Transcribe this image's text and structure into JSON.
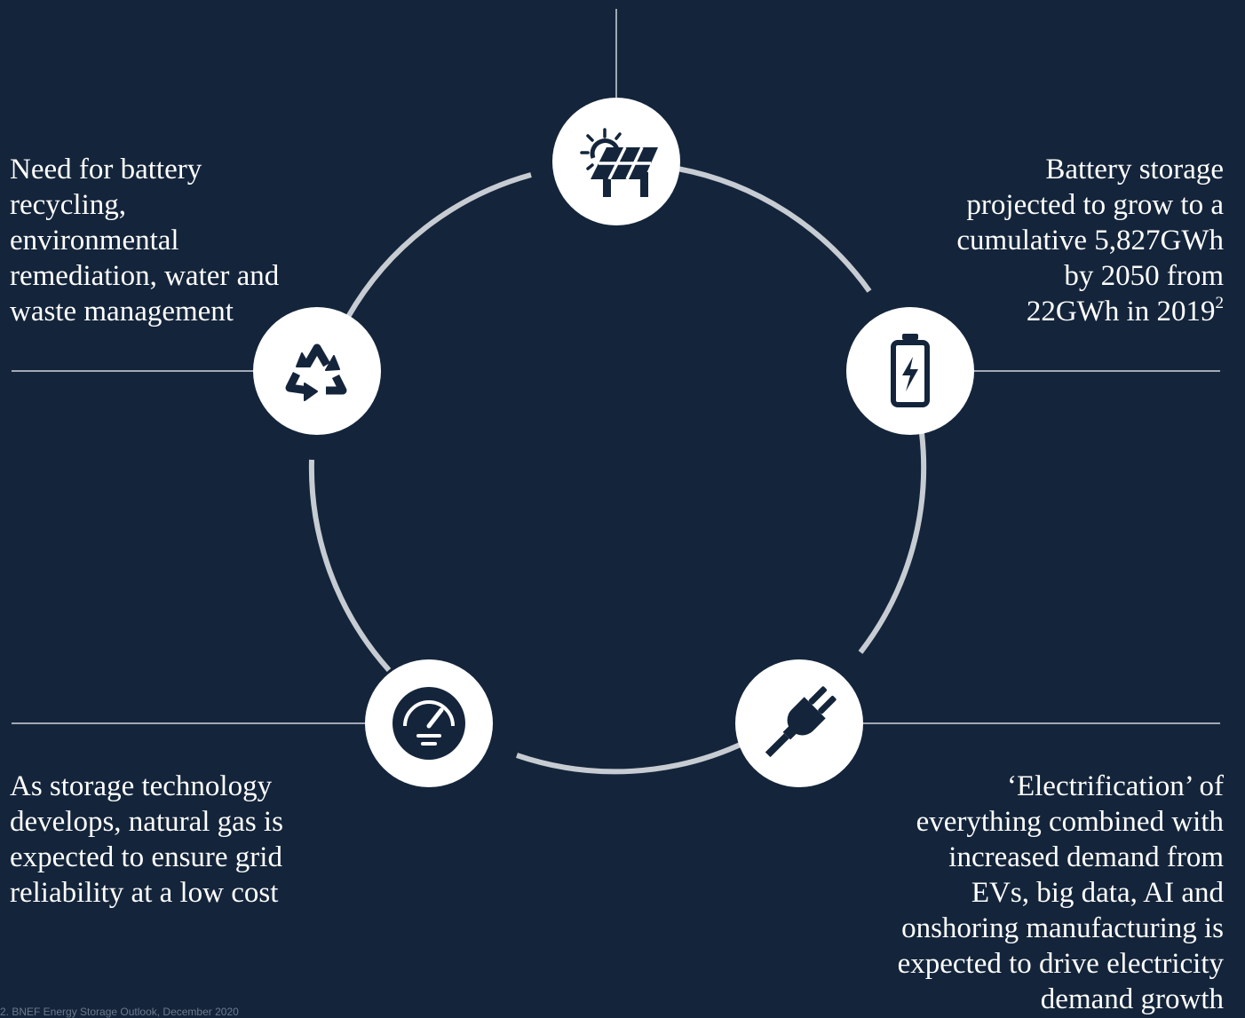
{
  "colors": {
    "background": "#14253b",
    "ring": "#c7ccd3",
    "connector": "#d0d5dc",
    "node_fill": "#ffffff",
    "icon": "#14253b",
    "text": "#ffffff"
  },
  "nodes": [
    {
      "id": "solar",
      "icon": "solar-panel-icon"
    },
    {
      "id": "battery",
      "icon": "battery-icon"
    },
    {
      "id": "electrification",
      "icon": "plug-icon"
    },
    {
      "id": "gas",
      "icon": "gauge-icon"
    },
    {
      "id": "recycling",
      "icon": "recycle-icon"
    }
  ],
  "notes": {
    "recycling": {
      "lines": [
        "Need for battery",
        "recycling,",
        "environmental",
        "remediation, water and",
        "waste management"
      ]
    },
    "storage": {
      "lines": [
        "Battery storage",
        "projected to grow to a",
        "cumulative 5,827GWh",
        "by 2050 from",
        "22GWh in 2019"
      ],
      "footnote_marker": "2"
    },
    "gas": {
      "lines": [
        "As storage technology",
        "develops, natural gas is",
        "expected to ensure grid",
        "reliability at a low cost"
      ]
    },
    "electrification": {
      "lines": [
        "‘Electrification’ of",
        "everything combined with",
        "increased demand from",
        "EVs, big data, AI and",
        "onshoring manufacturing is",
        "expected to drive electricity",
        "demand growth"
      ]
    }
  },
  "footnote": "2. BNEF Energy Storage Outlook, December 2020"
}
